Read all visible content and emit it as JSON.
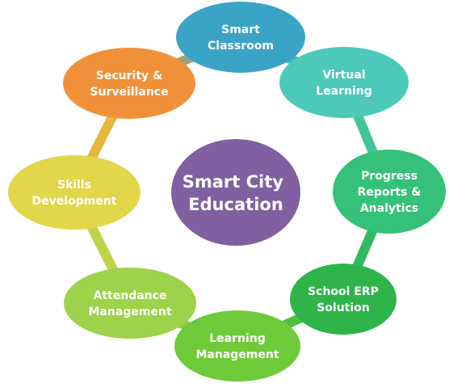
{
  "center": {
    "lines": [
      "Smart City",
      "Education"
    ],
    "color": "#8060a0"
  },
  "nodes": [
    {
      "id": "smart-classroom",
      "lines": [
        "Smart",
        "Classroom"
      ],
      "color": "#3aa4c6"
    },
    {
      "id": "virtual-learning",
      "lines": [
        "Virtual",
        "Learning"
      ],
      "color": "#4cc9b8"
    },
    {
      "id": "progress-reports-analytics",
      "lines": [
        "Progress",
        "Reports &",
        "Analytics"
      ],
      "color": "#35c17a"
    },
    {
      "id": "school-erp-solution",
      "lines": [
        "School ERP",
        "Solution"
      ],
      "color": "#2fb44a"
    },
    {
      "id": "learning-management",
      "lines": [
        "Learning",
        "Management"
      ],
      "color": "#6fca3a"
    },
    {
      "id": "attendance-management",
      "lines": [
        "Attendance",
        "Management"
      ],
      "color": "#9ed24a"
    },
    {
      "id": "skills-development",
      "lines": [
        "Skills",
        "Development"
      ],
      "color": "#e2d64a"
    },
    {
      "id": "security-surveillance",
      "lines": [
        "Security &",
        "Surveillance"
      ],
      "color": "#f0913a"
    }
  ],
  "connectors": [
    {
      "from": "smart-classroom",
      "to": "virtual-learning",
      "color": "#40b6c0"
    },
    {
      "from": "virtual-learning",
      "to": "progress-reports-analytics",
      "color": "#42c59c"
    },
    {
      "from": "progress-reports-analytics",
      "to": "school-erp-solution",
      "color": "#32ba62"
    },
    {
      "from": "school-erp-solution",
      "to": "learning-management",
      "color": "#4fbf42"
    },
    {
      "from": "learning-management",
      "to": "attendance-management",
      "color": "#86ce42"
    },
    {
      "from": "attendance-management",
      "to": "skills-development",
      "color": "#c0d44a"
    },
    {
      "from": "skills-development",
      "to": "security-surveillance",
      "color": "#e9b442"
    },
    {
      "from": "security-surveillance",
      "to": "smart-classroom",
      "color": "#9aa480"
    }
  ]
}
